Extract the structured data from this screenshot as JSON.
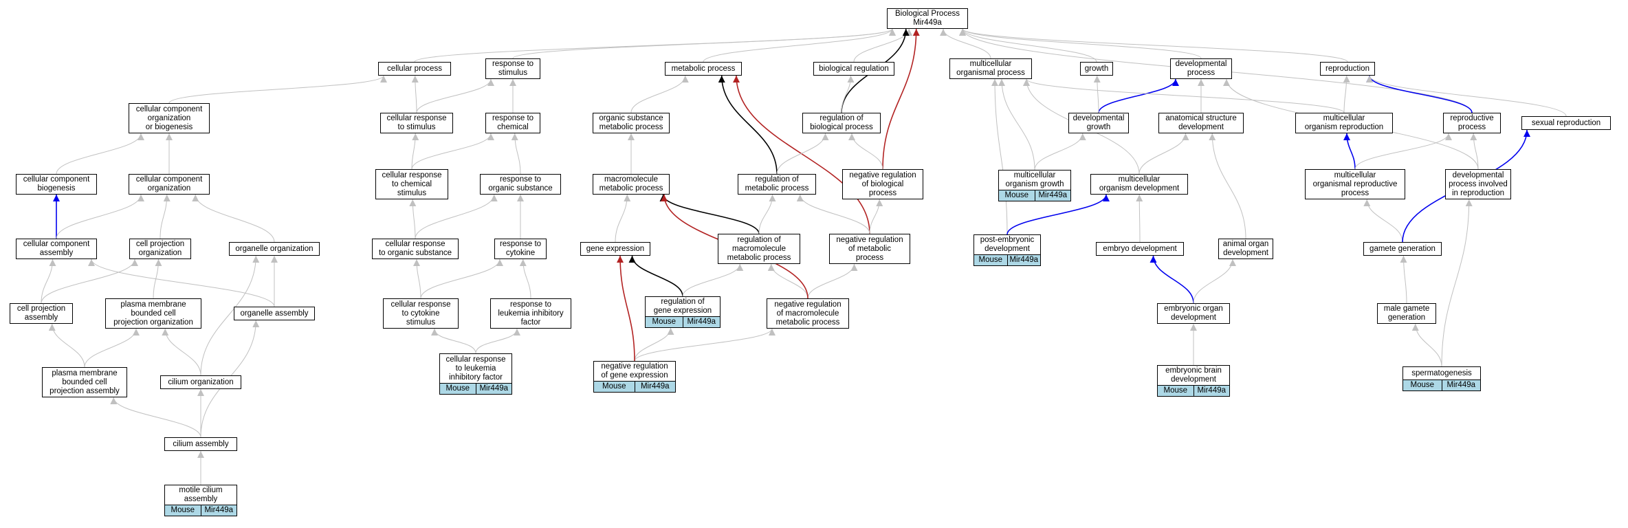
{
  "annotation": {
    "species": "Mouse",
    "gene": "Mir449a",
    "color": "#add8e6"
  },
  "nodes": {
    "bp": {
      "lines": [
        "Biological Process",
        "Mir449a"
      ]
    },
    "cp": {
      "lines": [
        "cellular process"
      ]
    },
    "rts": {
      "lines": [
        "response to",
        "stimulus"
      ]
    },
    "mp": {
      "lines": [
        "metabolic process"
      ]
    },
    "breg": {
      "lines": [
        "biological regulation"
      ]
    },
    "mcp": {
      "lines": [
        "multicellular",
        "organismal process"
      ]
    },
    "gro": {
      "lines": [
        "growth"
      ]
    },
    "devp": {
      "lines": [
        "developmental",
        "process"
      ]
    },
    "repro": {
      "lines": [
        "reproduction"
      ]
    },
    "ccob": {
      "lines": [
        "cellular component",
        "organization",
        "or biogenesis"
      ]
    },
    "crts": {
      "lines": [
        "cellular response",
        "to stimulus"
      ]
    },
    "rtc": {
      "lines": [
        "response to",
        "chemical"
      ]
    },
    "osmp": {
      "lines": [
        "organic substance",
        "metabolic process"
      ]
    },
    "rbp": {
      "lines": [
        "regulation of",
        "biological process"
      ]
    },
    "dgro": {
      "lines": [
        "developmental",
        "growth"
      ]
    },
    "asd": {
      "lines": [
        "anatomical structure",
        "development"
      ]
    },
    "mor": {
      "lines": [
        "multicellular",
        "organism reproduction"
      ]
    },
    "rproc": {
      "lines": [
        "reproductive",
        "process"
      ]
    },
    "sexr": {
      "lines": [
        "sexual reproduction"
      ]
    },
    "ccb": {
      "lines": [
        "cellular component",
        "biogenesis"
      ]
    },
    "cco": {
      "lines": [
        "cellular component",
        "organization"
      ]
    },
    "crtc": {
      "lines": [
        "cellular response",
        "to chemical",
        "stimulus"
      ]
    },
    "rtos": {
      "lines": [
        "response to",
        "organic substance"
      ]
    },
    "mmp": {
      "lines": [
        "macromolecule",
        "metabolic process"
      ]
    },
    "rmp": {
      "lines": [
        "regulation of",
        "metabolic process"
      ]
    },
    "nrbp": {
      "lines": [
        "negative regulation",
        "of biological",
        "process"
      ]
    },
    "mog": {
      "lines": [
        "multicellular",
        "organism growth"
      ],
      "annotated": true
    },
    "mod": {
      "lines": [
        "multicellular",
        "organism development"
      ]
    },
    "morp": {
      "lines": [
        "multicellular",
        "organismal reproductive",
        "process"
      ]
    },
    "dpir": {
      "lines": [
        "developmental",
        "process involved",
        "in reproduction"
      ]
    },
    "cca": {
      "lines": [
        "cellular component",
        "assembly"
      ]
    },
    "cpo": {
      "lines": [
        "cell projection",
        "organization"
      ]
    },
    "oo": {
      "lines": [
        "organelle organization"
      ]
    },
    "crtos": {
      "lines": [
        "cellular response",
        "to organic substance"
      ]
    },
    "rtcy": {
      "lines": [
        "response to",
        "cytokine"
      ]
    },
    "ge": {
      "lines": [
        "gene expression"
      ]
    },
    "rmmp": {
      "lines": [
        "regulation of",
        "macromolecule",
        "metabolic process"
      ]
    },
    "nrmp": {
      "lines": [
        "negative regulation",
        "of metabolic",
        "process"
      ]
    },
    "ped": {
      "lines": [
        "post-embryonic",
        "development"
      ],
      "annotated": true
    },
    "ed": {
      "lines": [
        "embryo development"
      ]
    },
    "aod": {
      "lines": [
        "animal organ",
        "development"
      ]
    },
    "gg": {
      "lines": [
        "gamete generation"
      ]
    },
    "cpa": {
      "lines": [
        "cell projection",
        "assembly"
      ]
    },
    "pmbcpo": {
      "lines": [
        "plasma membrane",
        "bounded cell",
        "projection organization"
      ]
    },
    "oa": {
      "lines": [
        "organelle assembly"
      ]
    },
    "crtcy": {
      "lines": [
        "cellular response",
        "to cytokine",
        "stimulus"
      ]
    },
    "rtlif": {
      "lines": [
        "response to",
        "leukemia inhibitory",
        "factor"
      ]
    },
    "rge": {
      "lines": [
        "regulation of",
        "gene expression"
      ],
      "annotated": true
    },
    "nrmmp": {
      "lines": [
        "negative regulation",
        "of macromolecule",
        "metabolic process"
      ]
    },
    "eod": {
      "lines": [
        "embryonic organ",
        "development"
      ]
    },
    "mgg": {
      "lines": [
        "male gamete",
        "generation"
      ]
    },
    "pmbcpa": {
      "lines": [
        "plasma membrane",
        "bounded cell",
        "projection assembly"
      ]
    },
    "co": {
      "lines": [
        "cilium organization"
      ]
    },
    "crtlif": {
      "lines": [
        "cellular response",
        "to leukemia",
        "inhibitory factor"
      ],
      "annotated": true
    },
    "nrge": {
      "lines": [
        "negative regulation",
        "of gene expression"
      ],
      "annotated": true
    },
    "ebd": {
      "lines": [
        "embryonic brain",
        "development"
      ],
      "annotated": true
    },
    "sperm": {
      "lines": [
        "spermatogenesis"
      ],
      "annotated": true
    },
    "ca": {
      "lines": [
        "cilium assembly"
      ]
    },
    "mca": {
      "lines": [
        "motile cilium",
        "assembly"
      ],
      "annotated": true
    }
  },
  "edge_colors": {
    "is_a": "#c0c0c0",
    "regulates": "#000000",
    "negatively_regulates": "#b22222",
    "part_of": "#0000ee"
  },
  "edges": [
    {
      "from": "cp",
      "to": "bp",
      "type": "is_a"
    },
    {
      "from": "rts",
      "to": "bp",
      "type": "is_a"
    },
    {
      "from": "mp",
      "to": "bp",
      "type": "is_a"
    },
    {
      "from": "breg",
      "to": "bp",
      "type": "is_a"
    },
    {
      "from": "mcp",
      "to": "bp",
      "type": "is_a"
    },
    {
      "from": "gro",
      "to": "bp",
      "type": "is_a"
    },
    {
      "from": "devp",
      "to": "bp",
      "type": "is_a"
    },
    {
      "from": "repro",
      "to": "bp",
      "type": "is_a"
    },
    {
      "from": "rproc",
      "to": "bp",
      "type": "is_a"
    },
    {
      "from": "rbp",
      "to": "bp",
      "type": "regulates"
    },
    {
      "from": "nrbp",
      "to": "bp",
      "type": "negatively_regulates"
    },
    {
      "from": "ccob",
      "to": "cp",
      "type": "is_a"
    },
    {
      "from": "crts",
      "to": "cp",
      "type": "is_a"
    },
    {
      "from": "crts",
      "to": "rts",
      "type": "is_a"
    },
    {
      "from": "rtc",
      "to": "rts",
      "type": "is_a"
    },
    {
      "from": "osmp",
      "to": "mp",
      "type": "is_a"
    },
    {
      "from": "rmp",
      "to": "mp",
      "type": "regulates"
    },
    {
      "from": "nrmp",
      "to": "mp",
      "type": "negatively_regulates"
    },
    {
      "from": "rbp",
      "to": "breg",
      "type": "is_a"
    },
    {
      "from": "dgro",
      "to": "devp",
      "type": "part_of"
    },
    {
      "from": "dgro",
      "to": "gro",
      "type": "is_a"
    },
    {
      "from": "asd",
      "to": "devp",
      "type": "is_a"
    },
    {
      "from": "mor",
      "to": "mcp",
      "type": "is_a"
    },
    {
      "from": "mor",
      "to": "repro",
      "type": "is_a"
    },
    {
      "from": "rproc",
      "to": "repro",
      "type": "part_of"
    },
    {
      "from": "sexr",
      "to": "repro",
      "type": "is_a"
    },
    {
      "from": "ccb",
      "to": "ccob",
      "type": "is_a"
    },
    {
      "from": "cco",
      "to": "ccob",
      "type": "is_a"
    },
    {
      "from": "crtc",
      "to": "crts",
      "type": "is_a"
    },
    {
      "from": "crtc",
      "to": "rtc",
      "type": "is_a"
    },
    {
      "from": "rtos",
      "to": "rtc",
      "type": "is_a"
    },
    {
      "from": "mmp",
      "to": "osmp",
      "type": "is_a"
    },
    {
      "from": "rmp",
      "to": "rbp",
      "type": "is_a"
    },
    {
      "from": "nrbp",
      "to": "rbp",
      "type": "is_a"
    },
    {
      "from": "mog",
      "to": "mcp",
      "type": "is_a"
    },
    {
      "from": "mog",
      "to": "dgro",
      "type": "is_a"
    },
    {
      "from": "mod",
      "to": "mcp",
      "type": "is_a"
    },
    {
      "from": "mod",
      "to": "asd",
      "type": "is_a"
    },
    {
      "from": "morp",
      "to": "mor",
      "type": "part_of"
    },
    {
      "from": "morp",
      "to": "rproc",
      "type": "is_a"
    },
    {
      "from": "dpir",
      "to": "rproc",
      "type": "is_a"
    },
    {
      "from": "dpir",
      "to": "devp",
      "type": "is_a"
    },
    {
      "from": "cca",
      "to": "ccb",
      "type": "part_of"
    },
    {
      "from": "cca",
      "to": "cco",
      "type": "is_a"
    },
    {
      "from": "cpo",
      "to": "cco",
      "type": "is_a"
    },
    {
      "from": "oo",
      "to": "cco",
      "type": "is_a"
    },
    {
      "from": "crtos",
      "to": "crtc",
      "type": "is_a"
    },
    {
      "from": "crtos",
      "to": "rtos",
      "type": "is_a"
    },
    {
      "from": "rtcy",
      "to": "rtos",
      "type": "is_a"
    },
    {
      "from": "ge",
      "to": "mmp",
      "type": "is_a"
    },
    {
      "from": "rmmp",
      "to": "mmp",
      "type": "regulates"
    },
    {
      "from": "rmmp",
      "to": "rmp",
      "type": "is_a"
    },
    {
      "from": "nrmp",
      "to": "rmp",
      "type": "is_a"
    },
    {
      "from": "nrmp",
      "to": "nrbp",
      "type": "is_a"
    },
    {
      "from": "ped",
      "to": "mcp",
      "type": "is_a"
    },
    {
      "from": "ped",
      "to": "mod",
      "type": "part_of"
    },
    {
      "from": "ed",
      "to": "mod",
      "type": "is_a"
    },
    {
      "from": "aod",
      "to": "asd",
      "type": "is_a"
    },
    {
      "from": "gg",
      "to": "morp",
      "type": "is_a"
    },
    {
      "from": "gg",
      "to": "sexr",
      "type": "part_of"
    },
    {
      "from": "cpa",
      "to": "cca",
      "type": "is_a"
    },
    {
      "from": "cpa",
      "to": "cpo",
      "type": "is_a"
    },
    {
      "from": "pmbcpo",
      "to": "cpo",
      "type": "is_a"
    },
    {
      "from": "oa",
      "to": "oo",
      "type": "is_a"
    },
    {
      "from": "oa",
      "to": "cca",
      "type": "is_a"
    },
    {
      "from": "crtcy",
      "to": "crtos",
      "type": "is_a"
    },
    {
      "from": "crtcy",
      "to": "rtcy",
      "type": "is_a"
    },
    {
      "from": "rtlif",
      "to": "rtcy",
      "type": "is_a"
    },
    {
      "from": "rge",
      "to": "ge",
      "type": "regulates"
    },
    {
      "from": "rge",
      "to": "rmmp",
      "type": "is_a"
    },
    {
      "from": "nrmmp",
      "to": "rmmp",
      "type": "is_a"
    },
    {
      "from": "nrmmp",
      "to": "nrmp",
      "type": "is_a"
    },
    {
      "from": "nrmmp",
      "to": "mmp",
      "type": "negatively_regulates"
    },
    {
      "from": "eod",
      "to": "ed",
      "type": "part_of"
    },
    {
      "from": "eod",
      "to": "aod",
      "type": "is_a"
    },
    {
      "from": "mgg",
      "to": "gg",
      "type": "is_a"
    },
    {
      "from": "pmbcpa",
      "to": "cpa",
      "type": "is_a"
    },
    {
      "from": "pmbcpa",
      "to": "pmbcpo",
      "type": "is_a"
    },
    {
      "from": "co",
      "to": "pmbcpo",
      "type": "is_a"
    },
    {
      "from": "co",
      "to": "oo",
      "type": "is_a"
    },
    {
      "from": "crtlif",
      "to": "crtcy",
      "type": "is_a"
    },
    {
      "from": "crtlif",
      "to": "rtlif",
      "type": "is_a"
    },
    {
      "from": "nrge",
      "to": "rge",
      "type": "is_a"
    },
    {
      "from": "nrge",
      "to": "nrmmp",
      "type": "is_a"
    },
    {
      "from": "nrge",
      "to": "ge",
      "type": "negatively_regulates"
    },
    {
      "from": "ebd",
      "to": "eod",
      "type": "is_a"
    },
    {
      "from": "sperm",
      "to": "mgg",
      "type": "is_a"
    },
    {
      "from": "sperm",
      "to": "dpir",
      "type": "is_a"
    },
    {
      "from": "ca",
      "to": "pmbcpa",
      "type": "is_a"
    },
    {
      "from": "ca",
      "to": "co",
      "type": "is_a"
    },
    {
      "from": "ca",
      "to": "oa",
      "type": "is_a"
    },
    {
      "from": "mca",
      "to": "ca",
      "type": "is_a"
    }
  ]
}
